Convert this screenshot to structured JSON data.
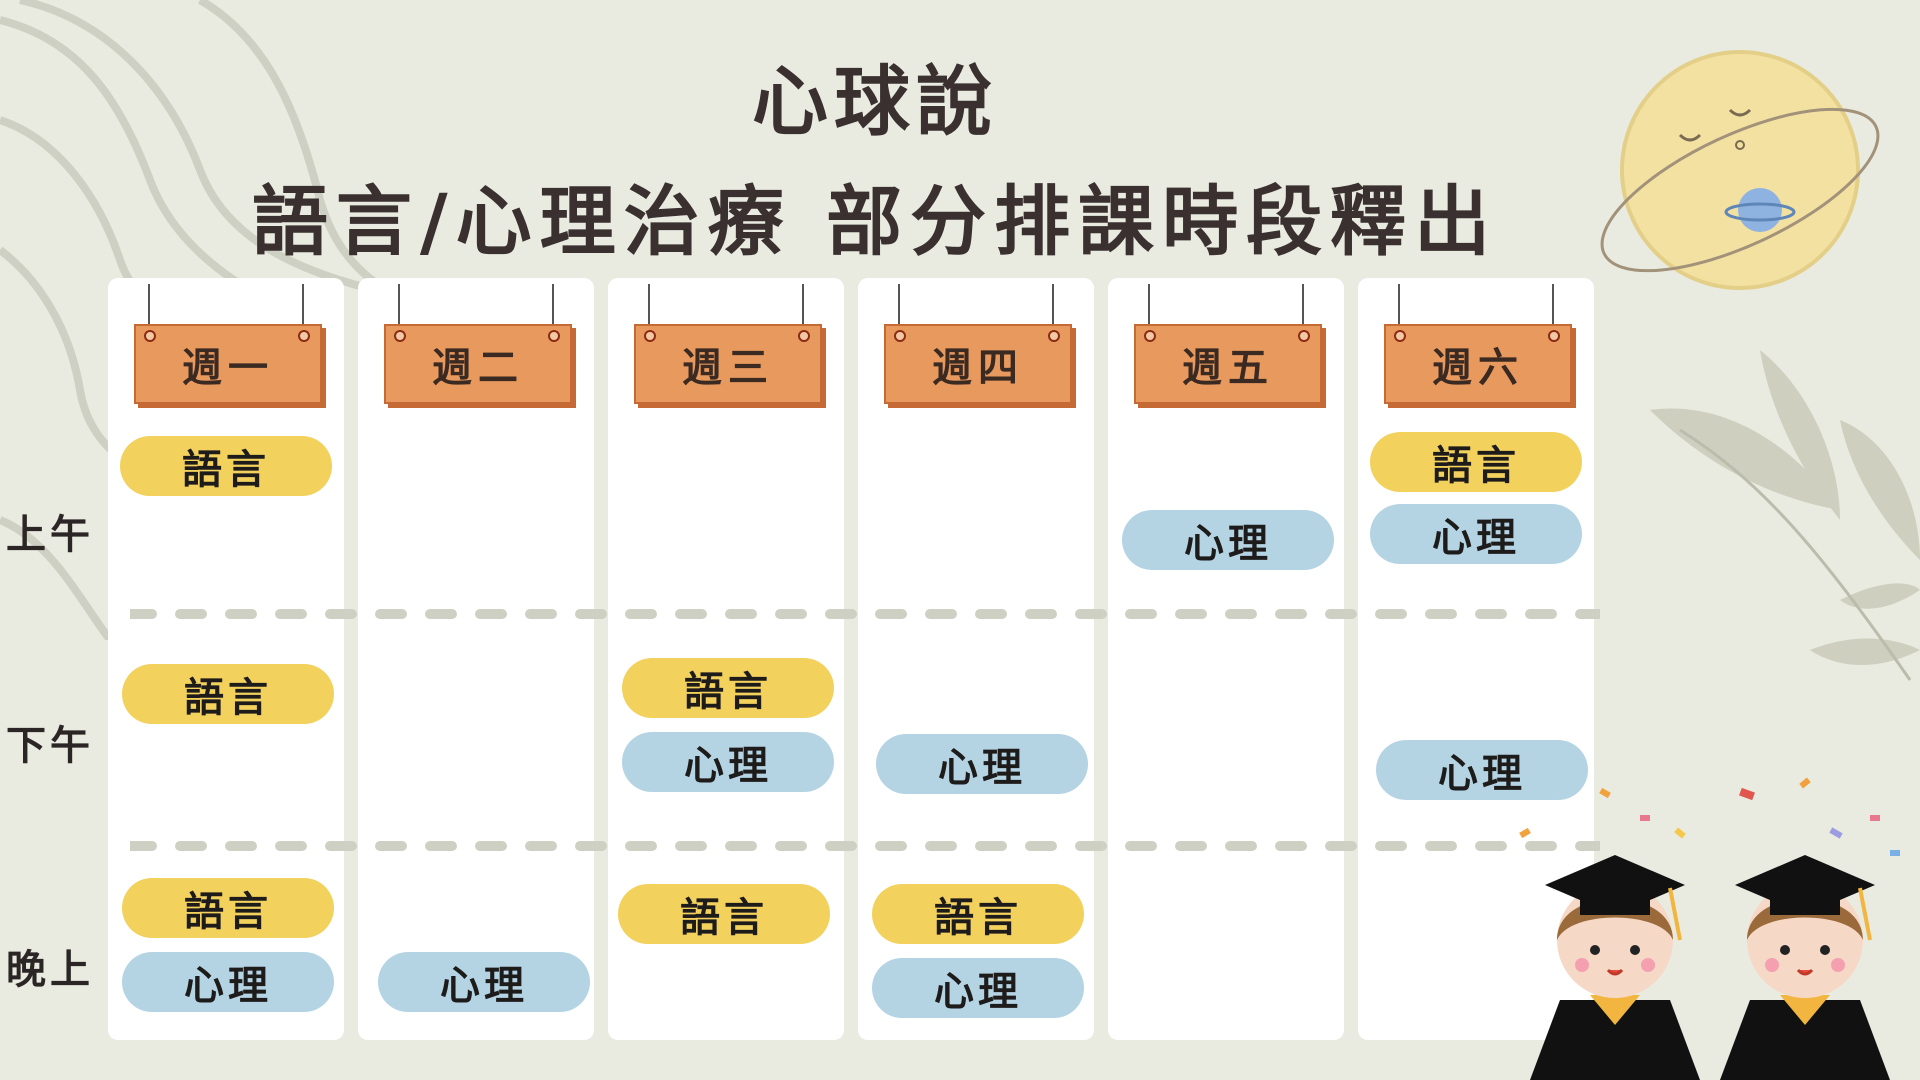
{
  "title": {
    "line1": "心球說",
    "line2": "語言/心理治療  部分排課時段釋出"
  },
  "periods": [
    "上午",
    "下午",
    "晚上"
  ],
  "days": [
    {
      "label": "週一",
      "slots": [
        {
          "period": "上午",
          "items": [
            "語言"
          ]
        },
        {
          "period": "下午",
          "items": [
            "語言"
          ]
        },
        {
          "period": "晚上",
          "items": [
            "語言",
            "心理"
          ]
        }
      ]
    },
    {
      "label": "週二",
      "slots": [
        {
          "period": "晚上",
          "items": [
            "心理"
          ]
        }
      ]
    },
    {
      "label": "週三",
      "slots": [
        {
          "period": "下午",
          "items": [
            "語言",
            "心理"
          ]
        },
        {
          "period": "晚上",
          "items": [
            "語言"
          ]
        }
      ]
    },
    {
      "label": "週四",
      "slots": [
        {
          "period": "下午",
          "items": [
            "心理"
          ]
        },
        {
          "period": "晚上",
          "items": [
            "語言",
            "心理"
          ]
        }
      ]
    },
    {
      "label": "週五",
      "slots": [
        {
          "period": "上午",
          "items": [
            "心理"
          ]
        }
      ]
    },
    {
      "label": "週六",
      "slots": [
        {
          "period": "上午",
          "items": [
            "語言",
            "心理"
          ]
        },
        {
          "period": "下午",
          "items": [
            "心理"
          ]
        }
      ]
    }
  ],
  "legend_colors": {
    "語言": "#f2d15d",
    "心理": "#b4d4e4",
    "sign": "#e8995e"
  }
}
